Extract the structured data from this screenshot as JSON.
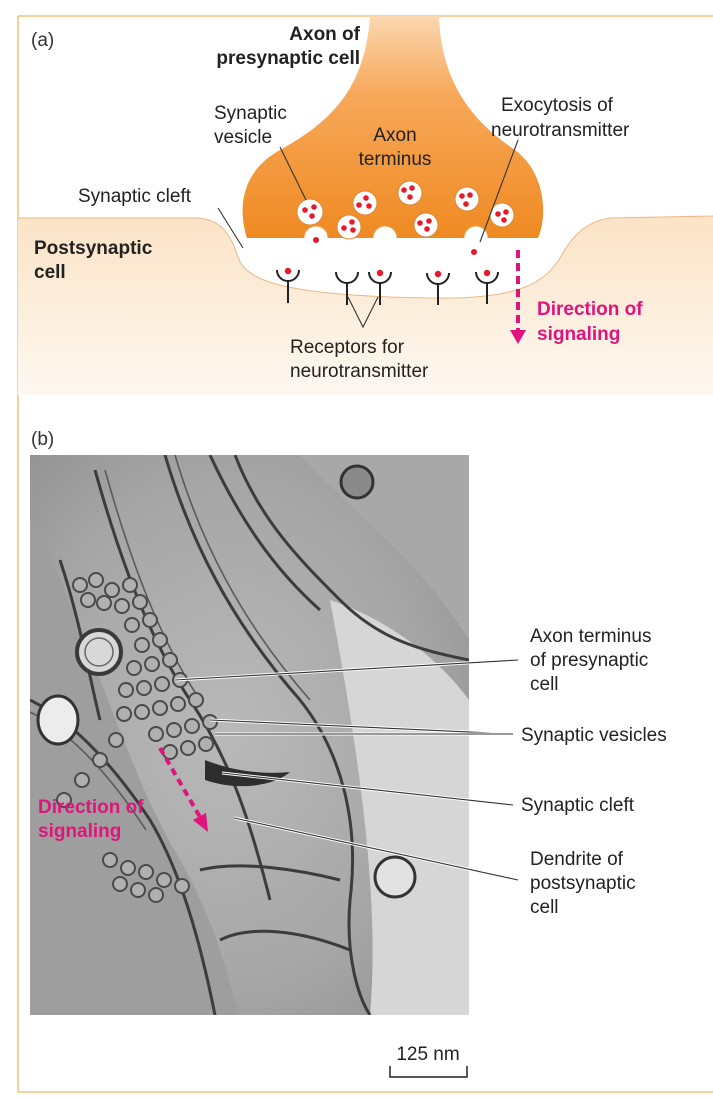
{
  "colors": {
    "frame": "#f4c27a",
    "axon_fill_light": "#f7a95a",
    "axon_fill_dark": "#f08a1e",
    "post_fill": "#fbe2c4",
    "accent_pink": "#e0147c",
    "vesicle_dot": "#e8192c"
  },
  "panel_a": {
    "panel_label": "(a)",
    "axon_label_line1": "Axon of",
    "axon_label_line2": "presynaptic cell",
    "vesicle_label_line1": "Synaptic",
    "vesicle_label_line2": "vesicle",
    "terminus_label_line1": "Axon",
    "terminus_label_line2": "terminus",
    "exocytosis_label_line1": "Exocytosis of",
    "exocytosis_label_line2": "neurotransmitter",
    "cleft_label": "Synaptic cleft",
    "post_label_line1": "Postsynaptic",
    "post_label_line2": "cell",
    "direction_label_line1": "Direction of",
    "direction_label_line2": "signaling",
    "receptor_label_line1": "Receptors for",
    "receptor_label_line2": "neurotransmitter"
  },
  "panel_b": {
    "panel_label": "(b)",
    "terminus_label_line1": "Axon terminus",
    "terminus_label_line2": "of presynaptic",
    "terminus_label_line3": "cell",
    "vesicles_label": "Synaptic vesicles",
    "cleft_label": "Synaptic cleft",
    "dendrite_label_line1": "Dendrite of",
    "dendrite_label_line2": "postsynaptic",
    "dendrite_label_line3": "cell",
    "direction_label_line1": "Direction of",
    "direction_label_line2": "signaling",
    "scale_label": "125 nm"
  }
}
